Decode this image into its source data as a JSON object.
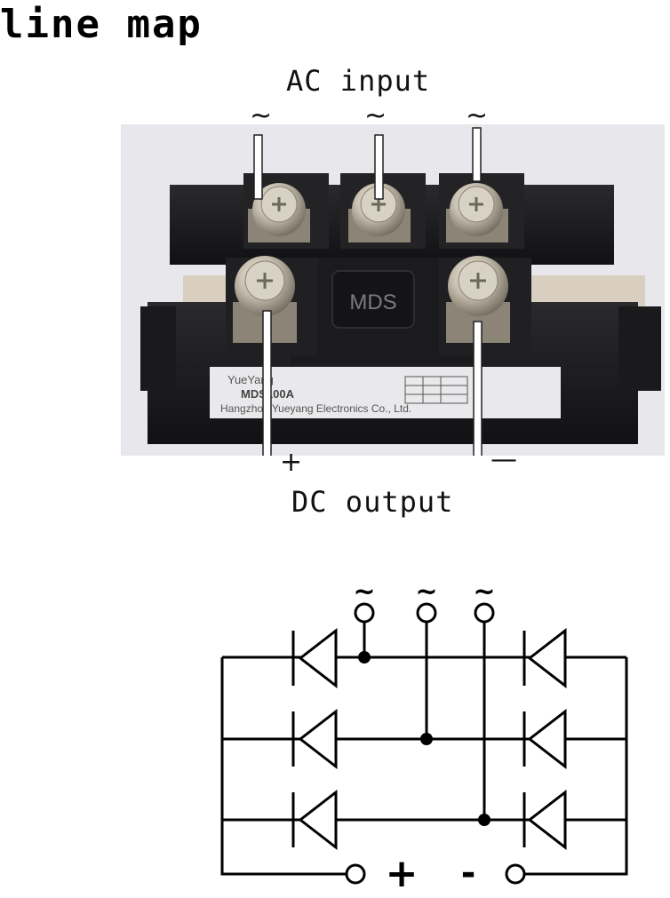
{
  "title": "line map",
  "photo": {
    "ac_label": "AC input",
    "dc_label": "DC output",
    "ac_symbol": "~",
    "plus_symbol": "+",
    "minus_symbol": "—",
    "center_badge": "MDS",
    "label_brand": "YueYang",
    "label_model": "MDS100A",
    "label_maker": "Hangzhou Yueyang Electronics Co., Ltd."
  },
  "schematic": {
    "ac_symbol": "~",
    "plus_symbol": "+",
    "minus_symbol": "-"
  },
  "colors": {
    "module_body": "#1c1c1e",
    "terminal_metal": "#b9b2a3",
    "label_plate": "#e9e9ec",
    "line": "#000000"
  }
}
